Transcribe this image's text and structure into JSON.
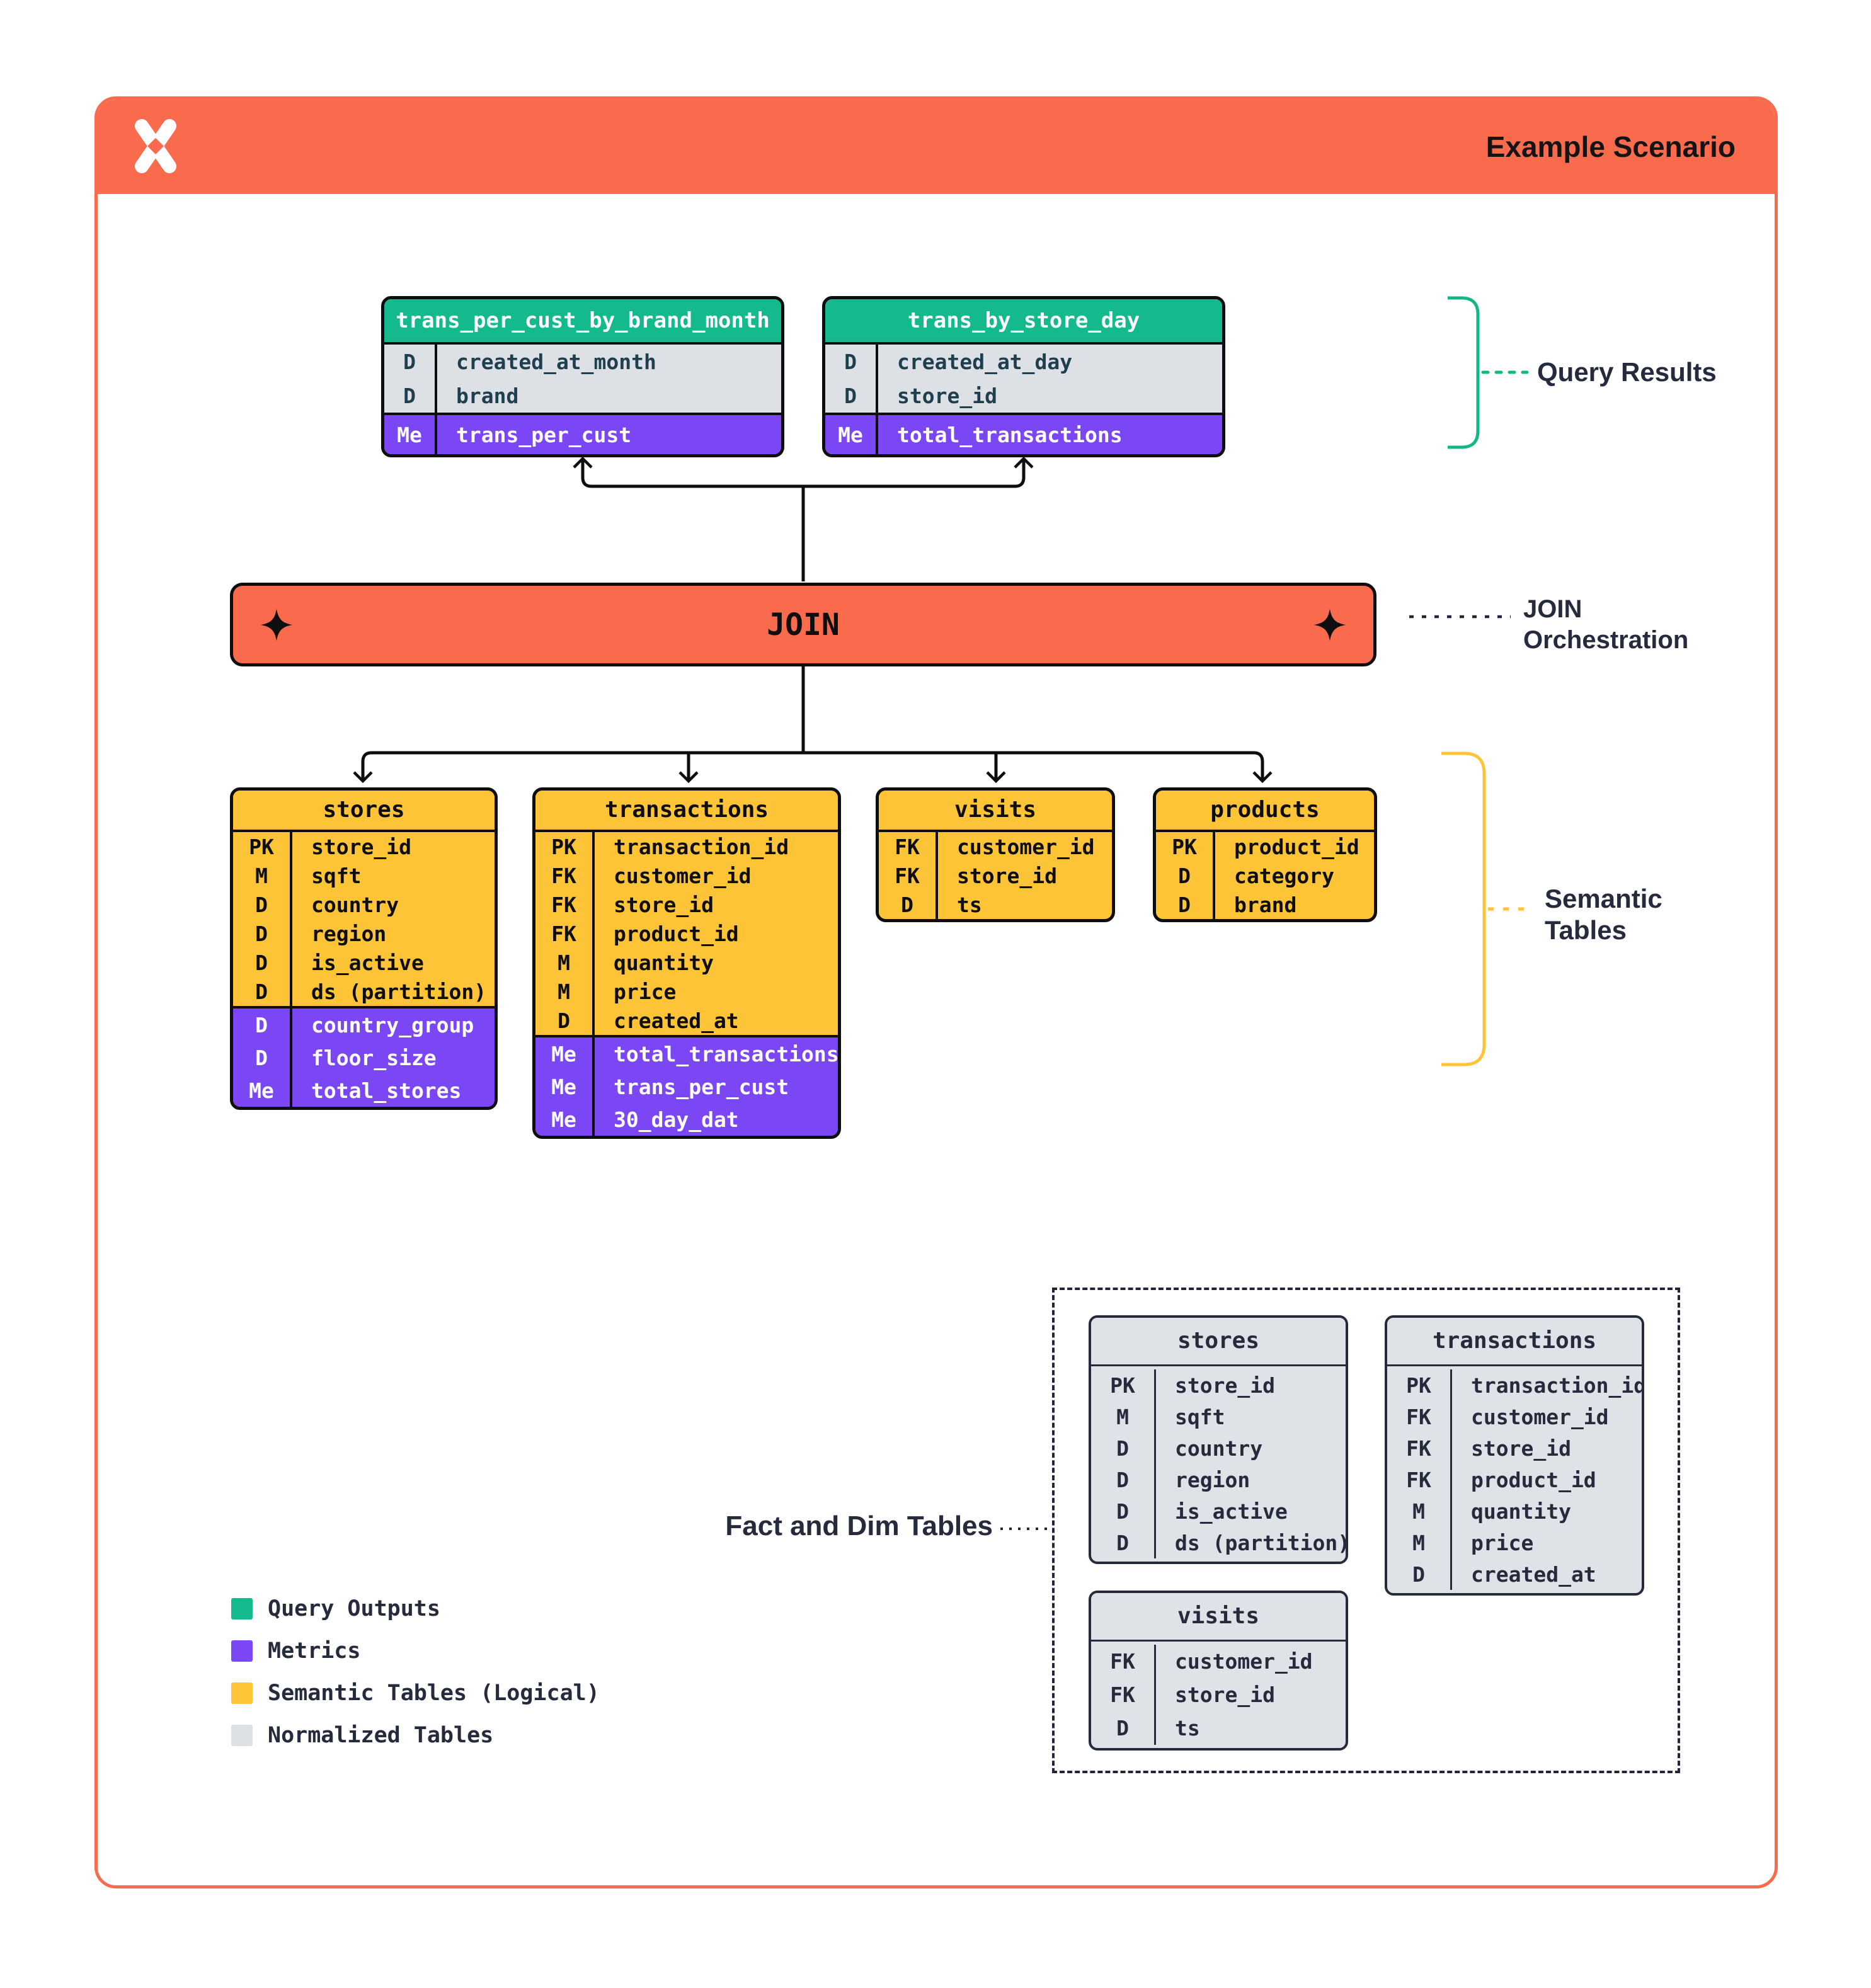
{
  "header": {
    "title": "Example Scenario",
    "logo": "x-sparkle-logo"
  },
  "join": {
    "label": "JOIN"
  },
  "annotations": {
    "query_results": "Query Results",
    "join_orchestration": "JOIN\nOrchestration",
    "semantic_tables": "Semantic\nTables",
    "fact_dim": "Fact and Dim Tables"
  },
  "colors": {
    "orange": "#FA6A4D",
    "green": "#14B98E",
    "purple": "#7B46F4",
    "yellow": "#FDC437",
    "gray": "#DDE1E5",
    "navy": "#262A3D"
  },
  "query_tables": [
    {
      "name": "trans_per_cust_by_brand_month",
      "fields": [
        [
          "D",
          "created_at_month"
        ],
        [
          "D",
          "brand"
        ]
      ],
      "metrics": [
        [
          "Me",
          "trans_per_cust"
        ]
      ]
    },
    {
      "name": "trans_by_store_day",
      "fields": [
        [
          "D",
          "created_at_day"
        ],
        [
          "D",
          "store_id"
        ]
      ],
      "metrics": [
        [
          "Me",
          "total_transactions"
        ]
      ]
    }
  ],
  "semantic_tables": [
    {
      "name": "stores",
      "fields": [
        [
          "PK",
          "store_id"
        ],
        [
          "M",
          "sqft"
        ],
        [
          "D",
          "country"
        ],
        [
          "D",
          "region"
        ],
        [
          "D",
          "is_active"
        ],
        [
          "D",
          "ds (partition)"
        ]
      ],
      "metrics": [
        [
          "D",
          "country_group"
        ],
        [
          "D",
          "floor_size"
        ],
        [
          "Me",
          "total_stores"
        ]
      ]
    },
    {
      "name": "transactions",
      "fields": [
        [
          "PK",
          "transaction_id"
        ],
        [
          "FK",
          "customer_id"
        ],
        [
          "FK",
          "store_id"
        ],
        [
          "FK",
          "product_id"
        ],
        [
          "M",
          "quantity"
        ],
        [
          "M",
          "price"
        ],
        [
          "D",
          "created_at"
        ]
      ],
      "metrics": [
        [
          "Me",
          "total_transactions"
        ],
        [
          "Me",
          "trans_per_cust"
        ],
        [
          "Me",
          "30_day_dat"
        ]
      ]
    },
    {
      "name": "visits",
      "fields": [
        [
          "FK",
          "customer_id"
        ],
        [
          "FK",
          "store_id"
        ],
        [
          "D",
          "ts"
        ]
      ],
      "metrics": []
    },
    {
      "name": "products",
      "fields": [
        [
          "PK",
          "product_id"
        ],
        [
          "D",
          "category"
        ],
        [
          "D",
          "brand"
        ]
      ],
      "metrics": []
    }
  ],
  "normalized_tables": [
    {
      "name": "stores",
      "fields": [
        [
          "PK",
          "store_id"
        ],
        [
          "M",
          "sqft"
        ],
        [
          "D",
          "country"
        ],
        [
          "D",
          "region"
        ],
        [
          "D",
          "is_active"
        ],
        [
          "D",
          "ds (partition)"
        ]
      ]
    },
    {
      "name": "transactions",
      "fields": [
        [
          "PK",
          "transaction_id"
        ],
        [
          "FK",
          "customer_id"
        ],
        [
          "FK",
          "store_id"
        ],
        [
          "FK",
          "product_id"
        ],
        [
          "M",
          "quantity"
        ],
        [
          "M",
          "price"
        ],
        [
          "D",
          "created_at"
        ]
      ]
    },
    {
      "name": "visits",
      "fields": [
        [
          "FK",
          "customer_id"
        ],
        [
          "FK",
          "store_id"
        ],
        [
          "D",
          "ts"
        ]
      ]
    }
  ],
  "legend": [
    {
      "color": "#14B98E",
      "label": "Query Outputs"
    },
    {
      "color": "#7B46F4",
      "label": "Metrics"
    },
    {
      "color": "#FDC437",
      "label": "Semantic Tables (Logical)"
    },
    {
      "color": "#DDE1E5",
      "label": "Normalized Tables"
    }
  ]
}
